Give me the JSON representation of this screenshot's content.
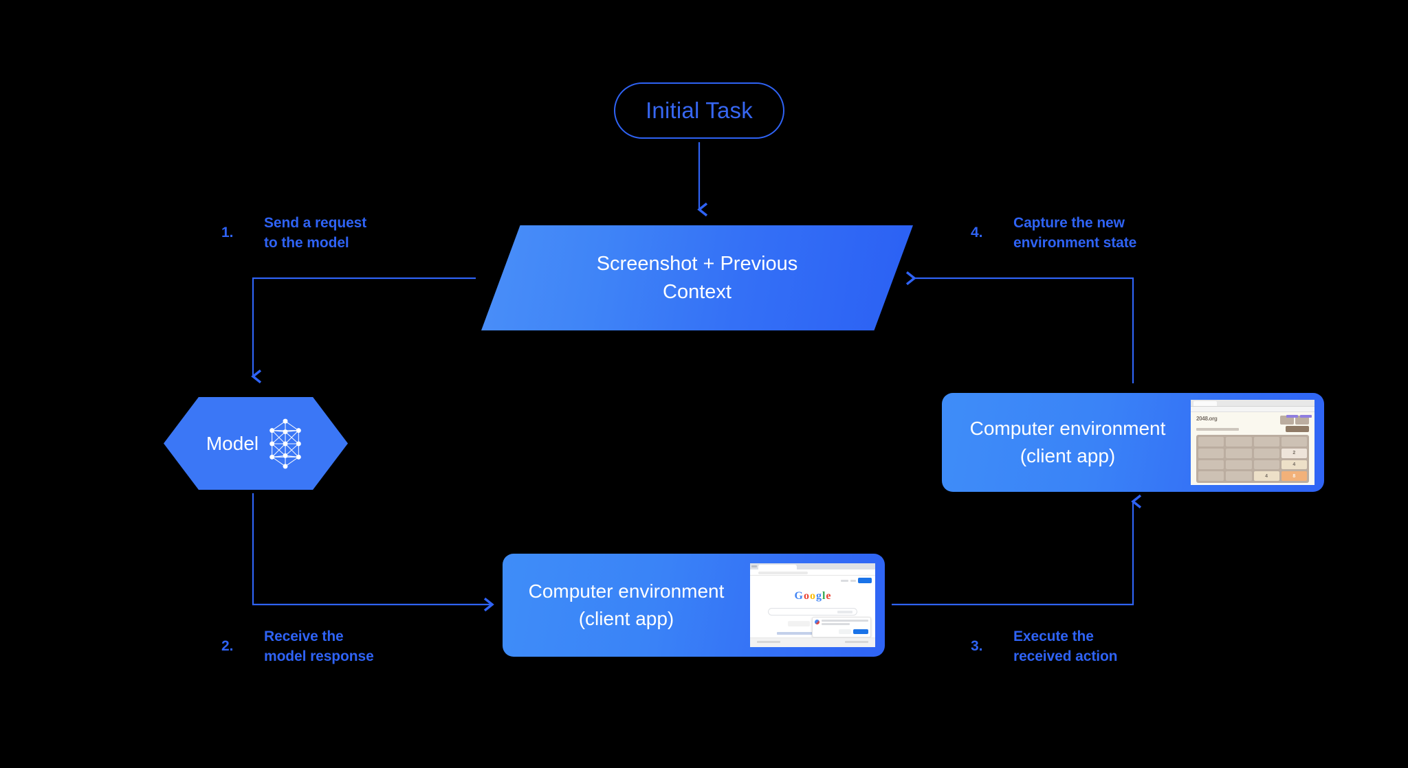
{
  "diagram": {
    "title": "Computer-use agent loop",
    "background": "#000000",
    "accent": "#2f63f5",
    "accent_light": "#3b8bf7"
  },
  "start_node": {
    "label": "Initial Task",
    "shape": "pill",
    "color": "#3767f2"
  },
  "context_node": {
    "line1": "Screenshot + Previous",
    "line2": "Context",
    "shape": "parallelogram"
  },
  "model_node": {
    "label": "Model",
    "icon": "neural-network-icon",
    "shape": "hexagon"
  },
  "env_right": {
    "line1": "Computer environment",
    "line2": "(client app)",
    "thumbnail": "2048-game-screenshot"
  },
  "env_bottom": {
    "line1": "Computer environment",
    "line2": "(client app)",
    "thumbnail": "google-search-screenshot"
  },
  "steps": [
    {
      "number": "1.",
      "text": "Send a request\nto the model"
    },
    {
      "number": "2.",
      "text": "Receive the\nmodel response"
    },
    {
      "number": "3.",
      "text": "Execute the\nreceived action"
    },
    {
      "number": "4.",
      "text": "Capture the new\nenvironment state"
    }
  ],
  "thumb_2048": {
    "site_title": "2048.org",
    "board": [
      [
        "",
        "",
        "",
        ""
      ],
      [
        "",
        "",
        "",
        "2"
      ],
      [
        "",
        "",
        "",
        "4"
      ],
      [
        "",
        "",
        "4",
        "8"
      ]
    ]
  },
  "thumb_google": {
    "logo_letters": [
      "G",
      "o",
      "o",
      "g",
      "l",
      "e"
    ]
  }
}
